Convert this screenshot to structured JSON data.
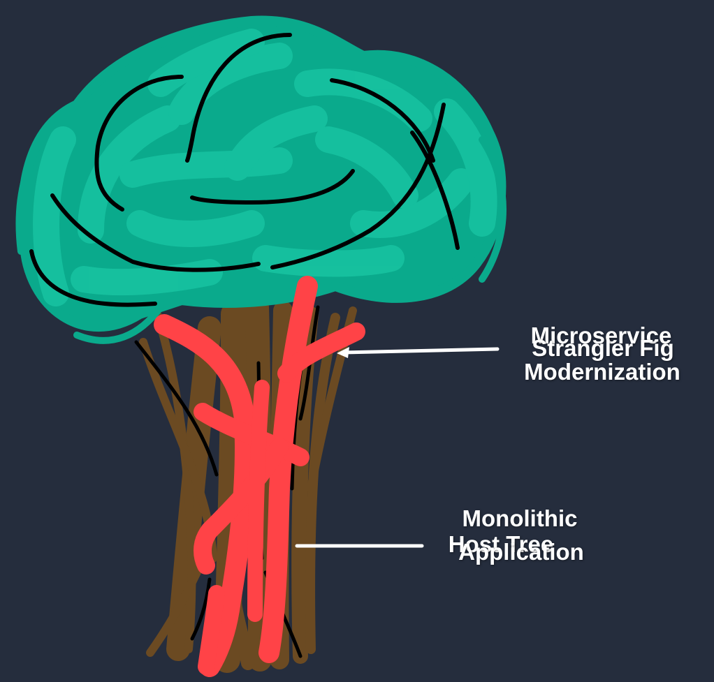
{
  "labels": {
    "microservice": "Microservice",
    "strangler_fig": "Strangler Fig",
    "modernization": "Modernization",
    "monolithic": "Monolithic",
    "host_tree": "Host Tree",
    "application": "Application"
  },
  "colors": {
    "background": "#252d3d",
    "canopy": "#0aaa8c",
    "trunk": "#6b4a22",
    "strangler_vine": "#ff4347",
    "outline": "#000000",
    "pointer": "#ffffff"
  }
}
